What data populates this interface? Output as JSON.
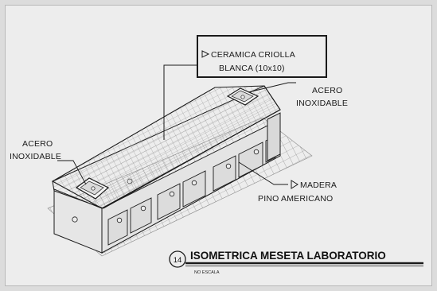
{
  "labels": {
    "ceramic_line1": "CERAMICA CRIOLLA",
    "ceramic_line2": "BLANCA (10x10)",
    "steel_right_line1": "ACERO",
    "steel_right_line2": "INOXIDABLE",
    "steel_left_line1": "ACERO",
    "steel_left_line2": "INOXIDABLE",
    "wood_line1": "MADERA",
    "wood_line2": "PINO AMERICANO"
  },
  "title_block": {
    "number": "14",
    "title": "ISOMETRICA MESETA LABORATORIO",
    "subtitle": "NO ESCALA"
  },
  "colors": {
    "line": "#1a1a1a",
    "grid": "#8a8a8a",
    "paper": "#ededed"
  }
}
